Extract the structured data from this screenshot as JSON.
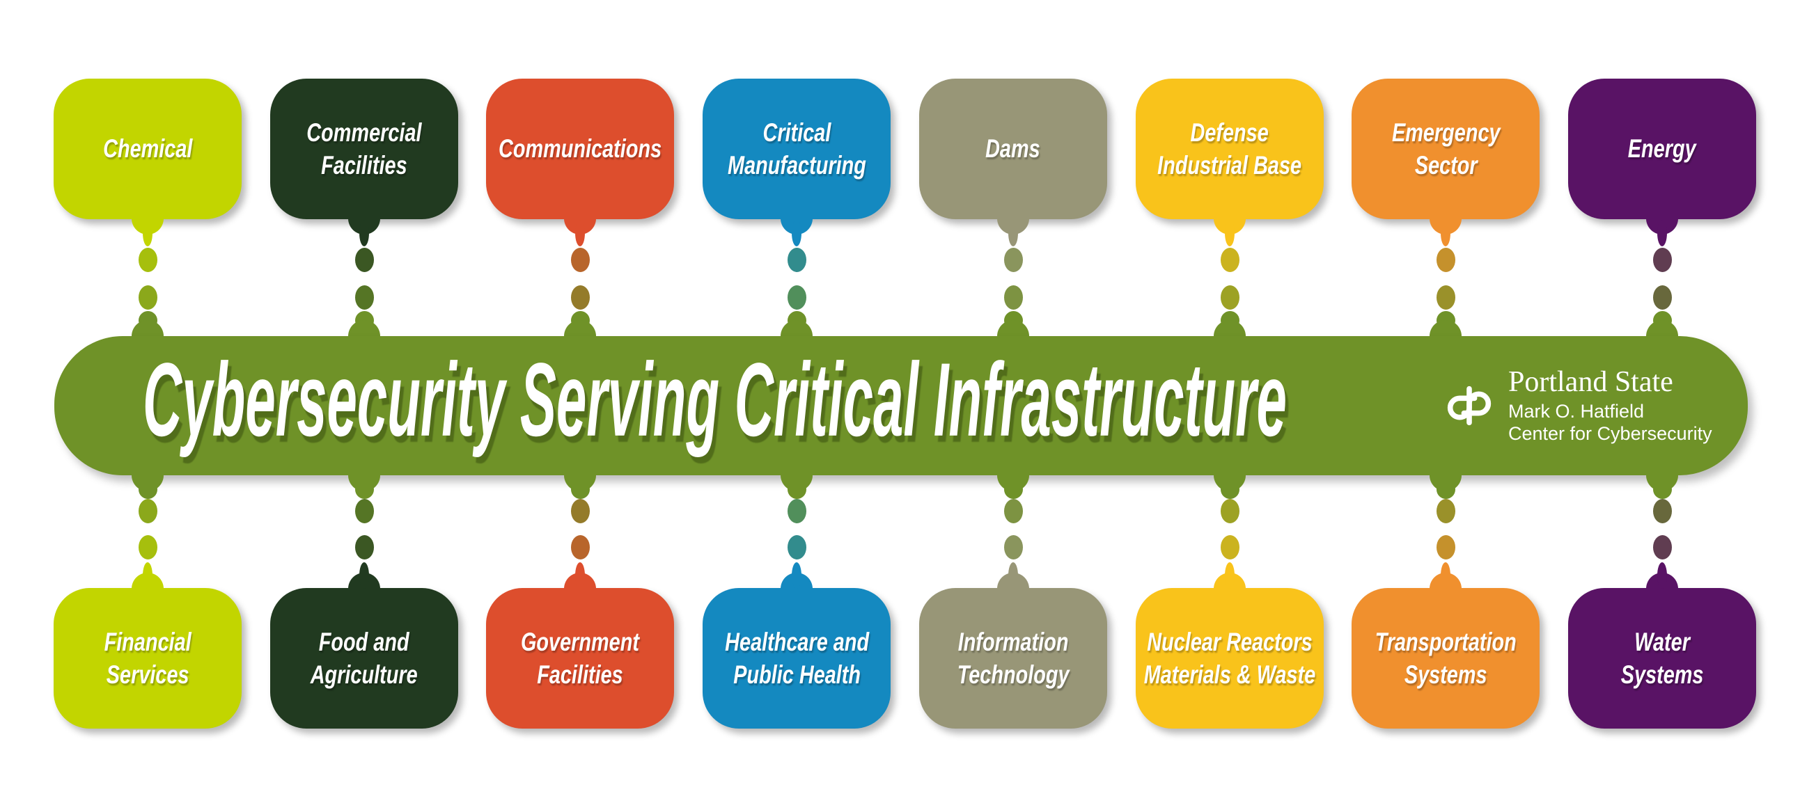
{
  "banner": {
    "title": "Cybersecurity Serving Critical Infrastructure",
    "color": "#6f9228",
    "logo": {
      "org": "Portland State",
      "line1": "Mark O. Hatfield",
      "line2": "Center for Cybersecurity",
      "icon": "psu-knot-icon"
    }
  },
  "sectors": {
    "top": [
      {
        "label": "Chemical",
        "lines": [
          "Chemical"
        ],
        "color": "#c2d500"
      },
      {
        "label": "Commercial Facilities",
        "lines": [
          "Commercial",
          "Facilities"
        ],
        "color": "#213a20"
      },
      {
        "label": "Communications",
        "lines": [
          "Communications"
        ],
        "color": "#dd4e2d"
      },
      {
        "label": "Critical Manufacturing",
        "lines": [
          "Critical",
          "Manufacturing"
        ],
        "color": "#1489c0"
      },
      {
        "label": "Dams",
        "lines": [
          "Dams"
        ],
        "color": "#989677"
      },
      {
        "label": "Defense Industrial Base",
        "lines": [
          "Defense",
          "Industrial Base"
        ],
        "color": "#f9c31b"
      },
      {
        "label": "Emergency Sector",
        "lines": [
          "Emergency",
          "Sector"
        ],
        "color": "#f0902e"
      },
      {
        "label": "Energy",
        "lines": [
          "Energy"
        ],
        "color": "#591365"
      }
    ],
    "bottom": [
      {
        "label": "Financial Services",
        "lines": [
          "Financial",
          "Services"
        ],
        "color": "#c2d500"
      },
      {
        "label": "Food and Agriculture",
        "lines": [
          "Food and",
          "Agriculture"
        ],
        "color": "#213a20"
      },
      {
        "label": "Government Facilities",
        "lines": [
          "Government",
          "Facilities"
        ],
        "color": "#dd4e2d"
      },
      {
        "label": "Healthcare and Public Health",
        "lines": [
          "Healthcare and",
          "Public Health"
        ],
        "color": "#1489c0"
      },
      {
        "label": "Information Technology",
        "lines": [
          "Information",
          "Technology"
        ],
        "color": "#989677"
      },
      {
        "label": "Nuclear Reactors Materials & Waste",
        "lines": [
          "Nuclear Reactors",
          "Materials & Waste"
        ],
        "color": "#f9c31b"
      },
      {
        "label": "Transportation Systems",
        "lines": [
          "Transportation",
          "Systems"
        ],
        "color": "#f0902e"
      },
      {
        "label": "Water Systems",
        "lines": [
          "Water",
          "Systems"
        ],
        "color": "#591365"
      }
    ]
  }
}
